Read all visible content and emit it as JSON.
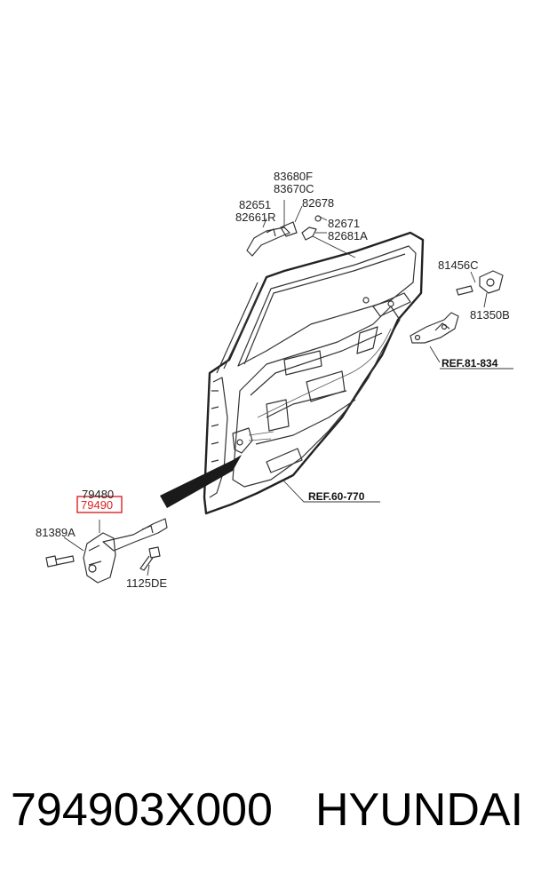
{
  "labels": {
    "l_83680F": "83680F",
    "l_83670C": "83670C",
    "l_82651": "82651",
    "l_82661R": "82661R",
    "l_82678": "82678",
    "l_82671": "82671",
    "l_82681A": "82681A",
    "l_81456C": "81456C",
    "l_81350B": "81350B",
    "l_79480": "79480",
    "l_79490": "79490",
    "l_81389A": "81389A",
    "l_1125DE": "1125DE"
  },
  "refs": {
    "r_81_834": "REF.81-834",
    "r_60_770": "REF.60-770"
  },
  "highlight": {
    "part": "79490",
    "color": "#d22222"
  },
  "footer": {
    "part_number": "794903X000",
    "brand": "HYUNDAI"
  }
}
